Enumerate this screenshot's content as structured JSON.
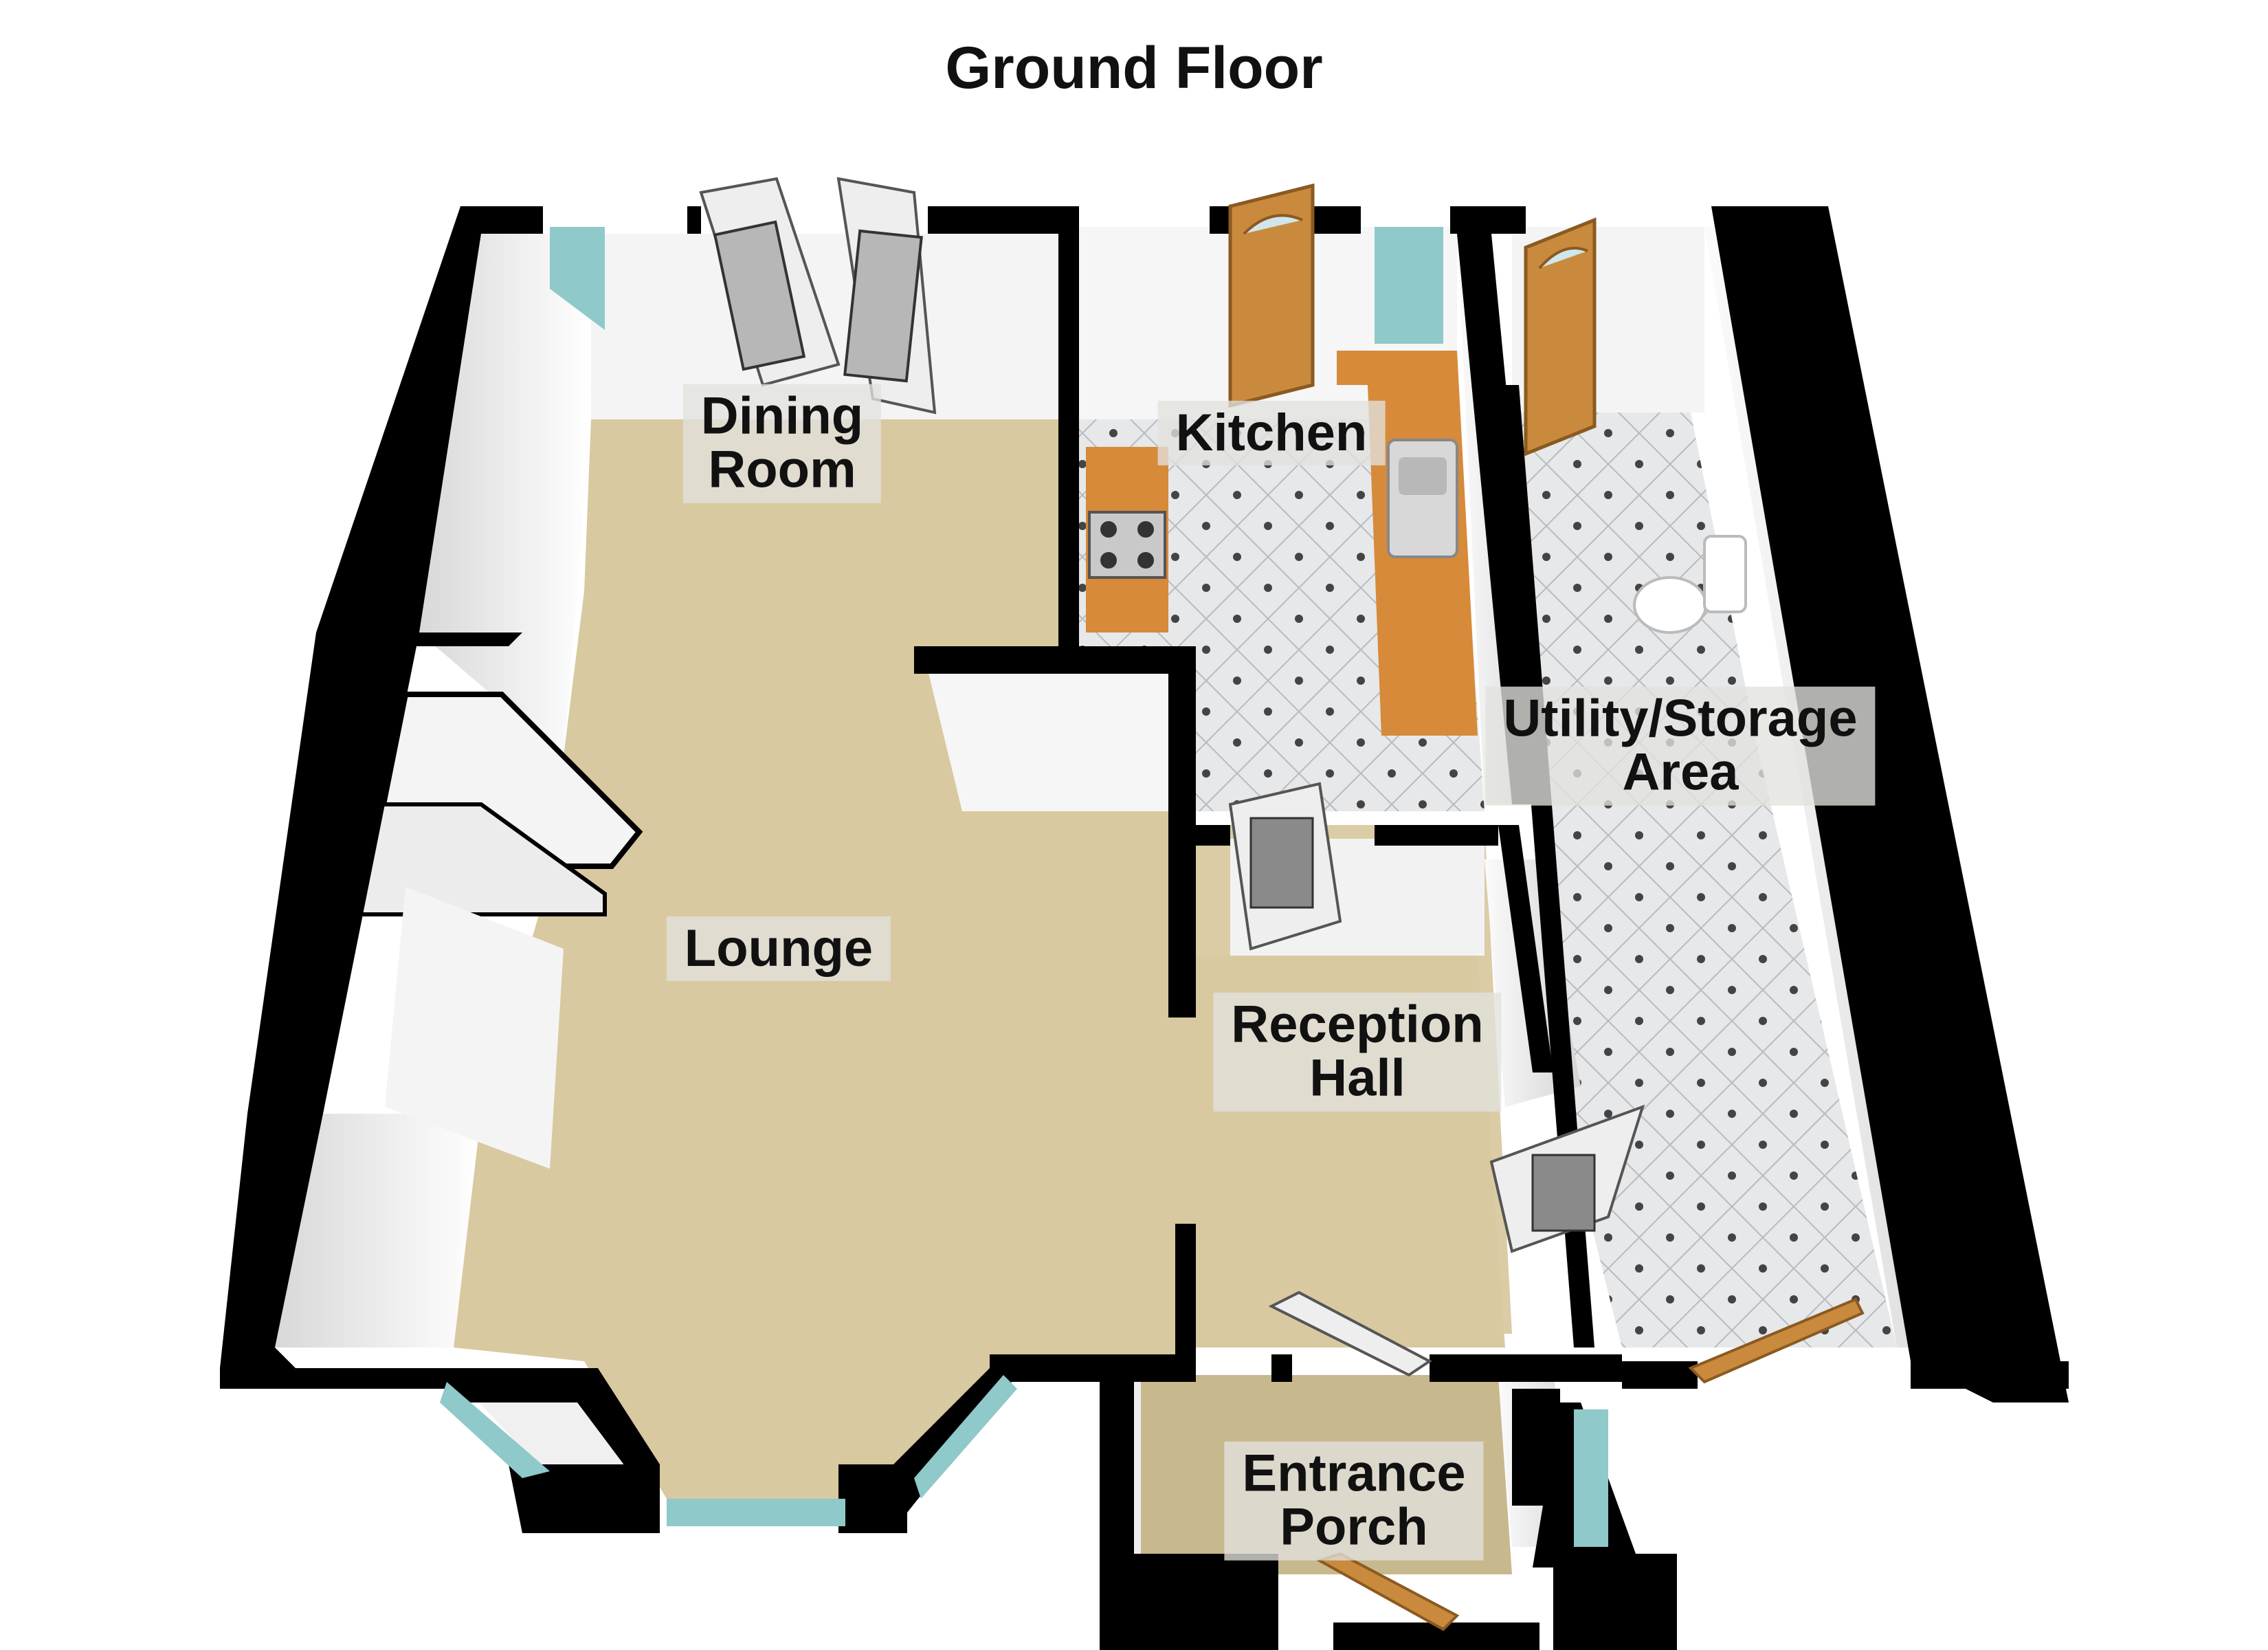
{
  "title": "Ground Floor",
  "rooms": {
    "dining_room": {
      "line1": "Dining",
      "line2": "Room"
    },
    "kitchen": {
      "line1": "Kitchen"
    },
    "utility": {
      "line1": "Utility/Storage",
      "line2": "Area"
    },
    "lounge": {
      "line1": "Lounge"
    },
    "reception_hall": {
      "line1": "Reception",
      "line2": "Hall"
    },
    "entrance_porch": {
      "line1": "Entrance",
      "line2": "Porch"
    }
  },
  "colors": {
    "wall": "#000000",
    "wall_face": "#f2f2f2",
    "carpet": "#d9c9a0",
    "tile": "#e6e8ea",
    "tile_dot": "#444444",
    "worktop": "#d68a3a",
    "door_wood": "#c98a3e",
    "glazing": "#8fc9c9"
  }
}
